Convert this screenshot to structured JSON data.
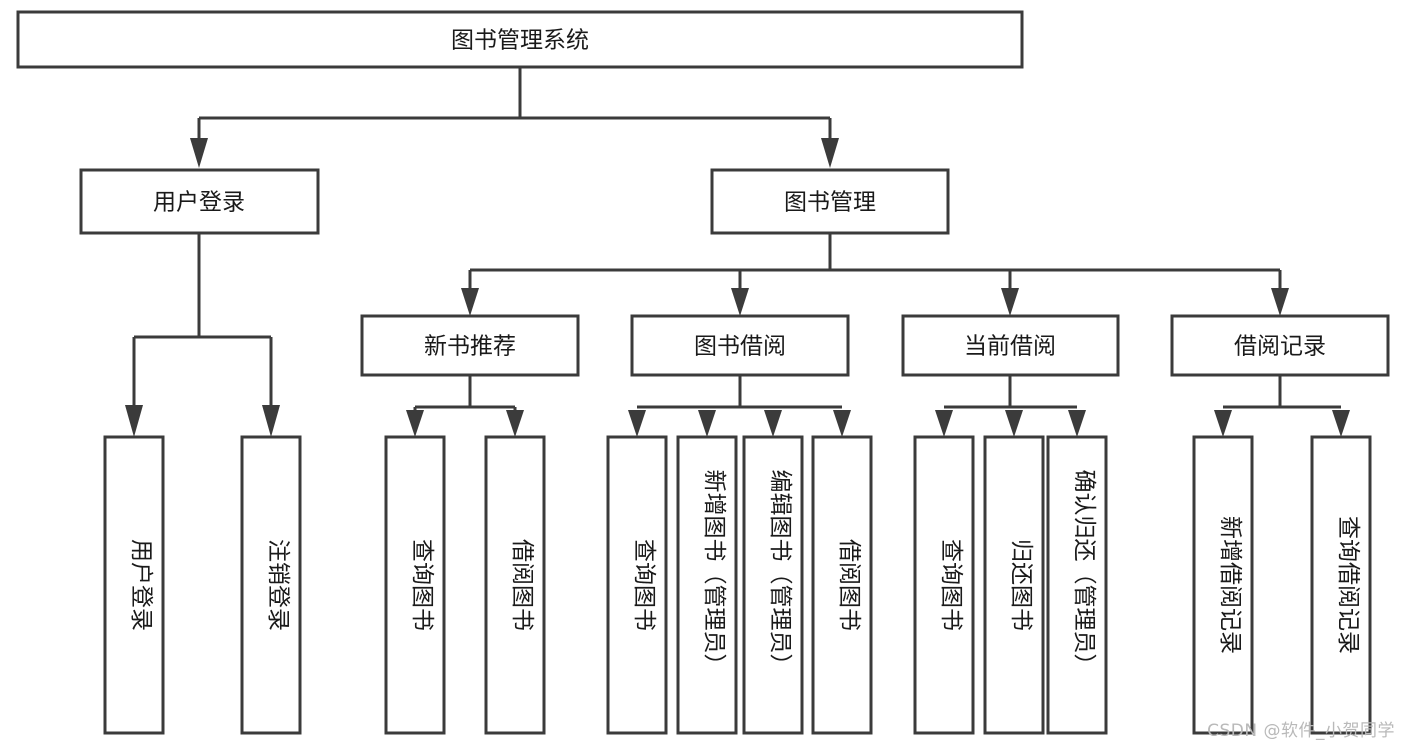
{
  "diagram": {
    "type": "tree-hierarchy",
    "title": "图书管理系统",
    "orientation": "top-down",
    "colors": {
      "box_stroke": "#3b3b3b",
      "box_fill": "#ffffff",
      "text": "#1a1a1a",
      "background": "#ffffff",
      "watermark": "#b9b9b9"
    },
    "root": {
      "label": "图书管理系统"
    },
    "level2": [
      {
        "label": "用户登录"
      },
      {
        "label": "图书管理"
      }
    ],
    "level3": [
      {
        "label": "新书推荐"
      },
      {
        "label": "图书借阅"
      },
      {
        "label": "当前借阅"
      },
      {
        "label": "借阅记录"
      }
    ],
    "leaves": {
      "user_login": [
        {
          "label": "用户登录"
        },
        {
          "label": "注销登录"
        }
      ],
      "new_book_recommend": [
        {
          "label": "查询图书"
        },
        {
          "label": "借阅图书"
        }
      ],
      "book_borrow": [
        {
          "label": "查询图书"
        },
        {
          "label": "新增图书（管理员）"
        },
        {
          "label": "编辑图书（管理员）"
        },
        {
          "label": "借阅图书"
        }
      ],
      "current_borrow": [
        {
          "label": "查询图书"
        },
        {
          "label": "归还图书"
        },
        {
          "label": "确认归还（管理员）"
        }
      ],
      "borrow_record": [
        {
          "label": "新增借阅记录"
        },
        {
          "label": "查询借阅记录"
        }
      ]
    }
  },
  "watermark": {
    "text": "CSDN @软件_小贺同学"
  }
}
